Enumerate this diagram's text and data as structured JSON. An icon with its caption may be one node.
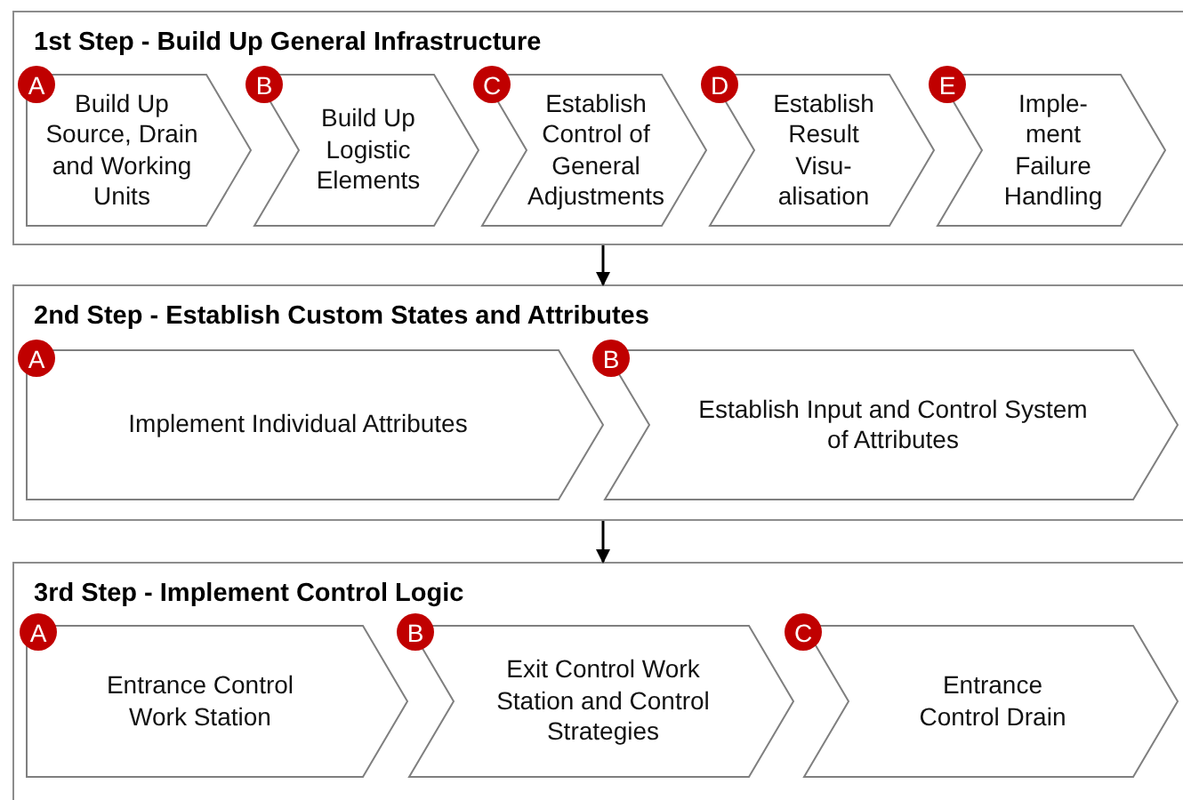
{
  "diagram": {
    "nodes": [
      {
        "text": [
          "1st Step - Build Up General Infrastructure"
        ]
      },
      {
        "text": [
          "A"
        ],
        "in": 0
      },
      {
        "text": [
          "Build Up Source, Drain and Working Units"
        ],
        "in": 0
      },
      {
        "text": [
          "B"
        ],
        "in": 0
      },
      {
        "text": [
          "Build Up Logistic Elements"
        ],
        "in": 0
      },
      {
        "text": [
          "C"
        ],
        "in": 0
      },
      {
        "text": [
          "Establish Control of General Adjustments"
        ],
        "in": 0
      },
      {
        "text": [
          "D"
        ],
        "in": 0
      },
      {
        "text": [
          "Establish Result Visu- alisation"
        ],
        "in": 0
      },
      {
        "text": [
          "E"
        ],
        "in": 0
      },
      {
        "text": [
          "Imple- ment Failure Handling"
        ],
        "in": 0
      },
      {
        "text": [
          "2nd Step - Establish Custom States and Attributes"
        ]
      },
      {
        "text": [
          "A"
        ],
        "in": 11
      },
      {
        "text": [
          "Implement Individual Attributes"
        ],
        "in": 11
      },
      {
        "text": [
          "B"
        ],
        "in": 11
      },
      {
        "text": [
          "Establish Input and Control System of Attributes"
        ],
        "in": 11
      },
      {
        "text": [
          "3rd Step - Implement Control Logic"
        ]
      },
      {
        "text": [
          "A"
        ],
        "in": 16
      },
      {
        "text": [
          "Entrance Control Work Station"
        ],
        "in": 16
      },
      {
        "text": [
          "B"
        ],
        "in": 16
      },
      {
        "text": [
          "Exit Control Work Station and Control Strategies"
        ],
        "in": 16
      },
      {
        "text": [
          "C"
        ],
        "in": 16
      },
      {
        "text": [
          "Entrance Control Drain"
        ],
        "in": 16
      }
    ],
    "edges": [
      {
        "from": 0,
        "to": 11,
        "arrow": "to"
      },
      {
        "from": 11,
        "to": 16,
        "arrow": "to"
      }
    ]
  }
}
